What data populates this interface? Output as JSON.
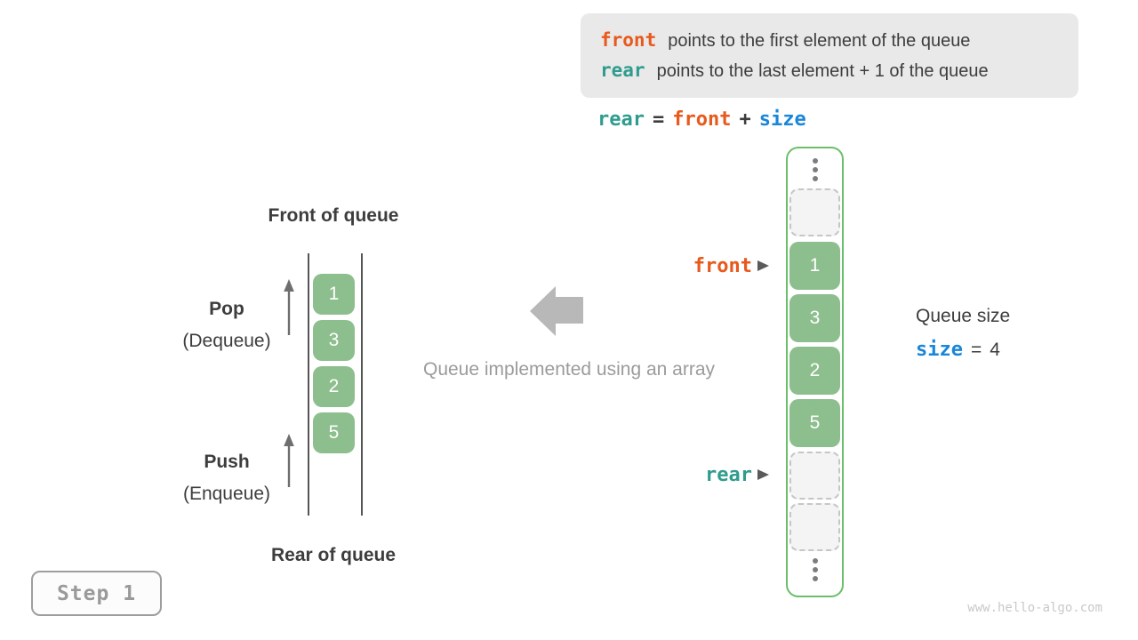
{
  "colors": {
    "orange": "#e8591c",
    "teal": "#2f9c8e",
    "blue": "#1a86d9",
    "cell_green": "#8dbe8d",
    "container_green": "#6abf6a",
    "dark_text": "#3d3d3d",
    "gray_text": "#9b9b9b",
    "arrow_gray": "#b8b8b8",
    "infobox_bg": "#e9e9e9",
    "watermark_gray": "#c9c9c9"
  },
  "info_box": {
    "lines": [
      {
        "keyword": "front",
        "description": "points to the first element of the queue"
      },
      {
        "keyword": "rear",
        "description": "points to the last element + 1 of the queue"
      }
    ]
  },
  "formula": {
    "lhs": "rear",
    "equals": "=",
    "operand1": "front",
    "plus": "+",
    "operand2": "size"
  },
  "left_diagram": {
    "front_label": "Front of queue",
    "rear_label": "Rear of queue",
    "pop_title": "Pop",
    "pop_subtitle": "(Dequeue)",
    "push_title": "Push",
    "push_subtitle": "(Enqueue)",
    "cells": [
      "1",
      "3",
      "2",
      "5"
    ]
  },
  "center_caption": "Queue implemented using an array",
  "right_array": {
    "front_pointer": "front",
    "rear_pointer": "rear",
    "cells": [
      "1",
      "3",
      "2",
      "5"
    ]
  },
  "queue_size": {
    "label": "Queue size",
    "variable": "size",
    "equals": "=",
    "value": "4"
  },
  "step_label": "Step 1",
  "watermark": "www.hello-algo.com"
}
